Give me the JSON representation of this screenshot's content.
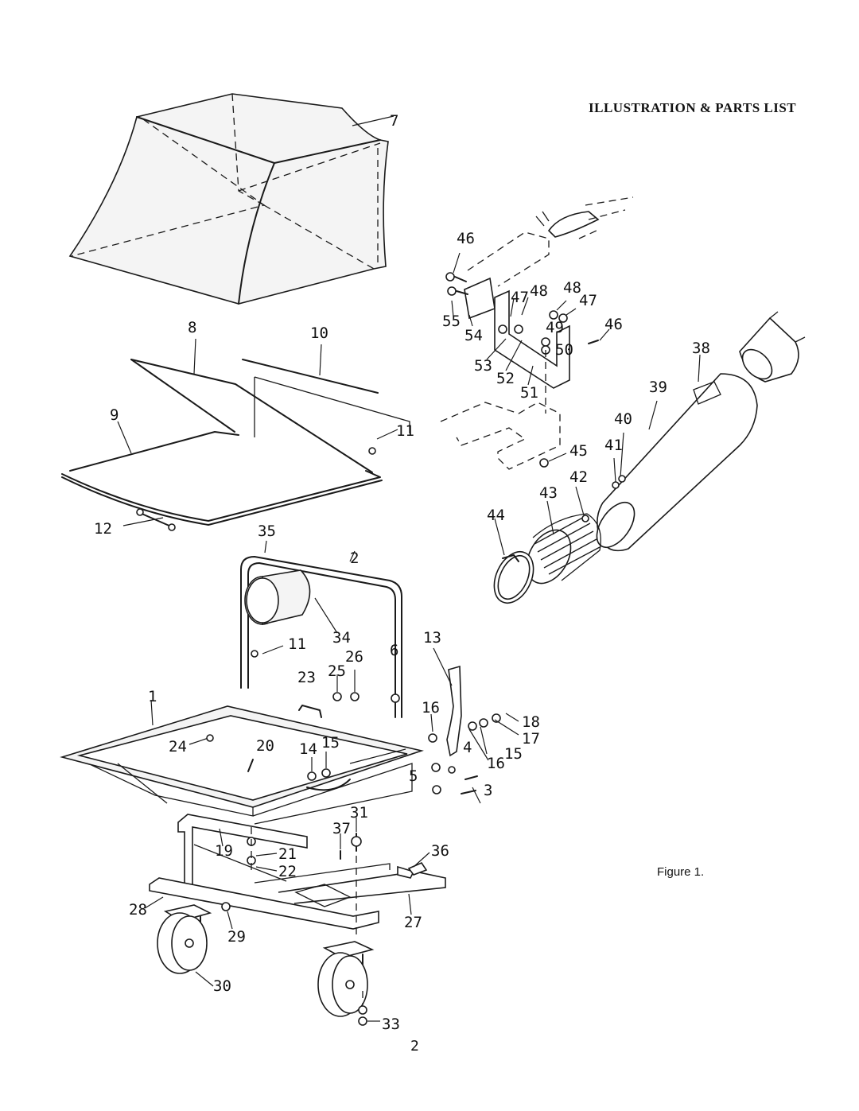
{
  "header": {
    "title": "ILLUSTRATION & PARTS LIST"
  },
  "caption": {
    "figure": "Figure 1."
  },
  "footer": {
    "page": "2"
  },
  "callouts": [
    {
      "id": "c7",
      "label": "7"
    },
    {
      "id": "c8",
      "label": "8"
    },
    {
      "id": "c10",
      "label": "10"
    },
    {
      "id": "c9",
      "label": "9"
    },
    {
      "id": "c11a",
      "label": "11"
    },
    {
      "id": "c12",
      "label": "12"
    },
    {
      "id": "c35",
      "label": "35"
    },
    {
      "id": "c2",
      "label": "2"
    },
    {
      "id": "c34",
      "label": "34"
    },
    {
      "id": "c11b",
      "label": "11"
    },
    {
      "id": "c26",
      "label": "26"
    },
    {
      "id": "c6",
      "label": "6"
    },
    {
      "id": "c13",
      "label": "13"
    },
    {
      "id": "c23",
      "label": "23"
    },
    {
      "id": "c25",
      "label": "25"
    },
    {
      "id": "c1",
      "label": "1"
    },
    {
      "id": "c16a",
      "label": "16"
    },
    {
      "id": "c18",
      "label": "18"
    },
    {
      "id": "c17",
      "label": "17"
    },
    {
      "id": "c24",
      "label": "24"
    },
    {
      "id": "c20",
      "label": "20"
    },
    {
      "id": "c14",
      "label": "14"
    },
    {
      "id": "c15a",
      "label": "15"
    },
    {
      "id": "c4",
      "label": "4"
    },
    {
      "id": "c16b",
      "label": "16"
    },
    {
      "id": "c15b",
      "label": "15"
    },
    {
      "id": "c5",
      "label": "5"
    },
    {
      "id": "c3",
      "label": "3"
    },
    {
      "id": "c31",
      "label": "31"
    },
    {
      "id": "c37",
      "label": "37"
    },
    {
      "id": "c19",
      "label": "19"
    },
    {
      "id": "c21",
      "label": "21"
    },
    {
      "id": "c36",
      "label": "36"
    },
    {
      "id": "c22",
      "label": "22"
    },
    {
      "id": "c28",
      "label": "28"
    },
    {
      "id": "c29",
      "label": "29"
    },
    {
      "id": "c27",
      "label": "27"
    },
    {
      "id": "c30",
      "label": "30"
    },
    {
      "id": "c33",
      "label": "33"
    },
    {
      "id": "c46a",
      "label": "46"
    },
    {
      "id": "c48a",
      "label": "48"
    },
    {
      "id": "c48b",
      "label": "48"
    },
    {
      "id": "c47a",
      "label": "47"
    },
    {
      "id": "c47b",
      "label": "47"
    },
    {
      "id": "c55",
      "label": "55"
    },
    {
      "id": "c54",
      "label": "54"
    },
    {
      "id": "c49",
      "label": "49"
    },
    {
      "id": "c46b",
      "label": "46"
    },
    {
      "id": "c50",
      "label": "50"
    },
    {
      "id": "c53",
      "label": "53"
    },
    {
      "id": "c52",
      "label": "52"
    },
    {
      "id": "c38",
      "label": "38"
    },
    {
      "id": "c51",
      "label": "51"
    },
    {
      "id": "c39",
      "label": "39"
    },
    {
      "id": "c40",
      "label": "40"
    },
    {
      "id": "c41",
      "label": "41"
    },
    {
      "id": "c45",
      "label": "45"
    },
    {
      "id": "c42",
      "label": "42"
    },
    {
      "id": "c43",
      "label": "43"
    },
    {
      "id": "c44",
      "label": "44"
    }
  ]
}
